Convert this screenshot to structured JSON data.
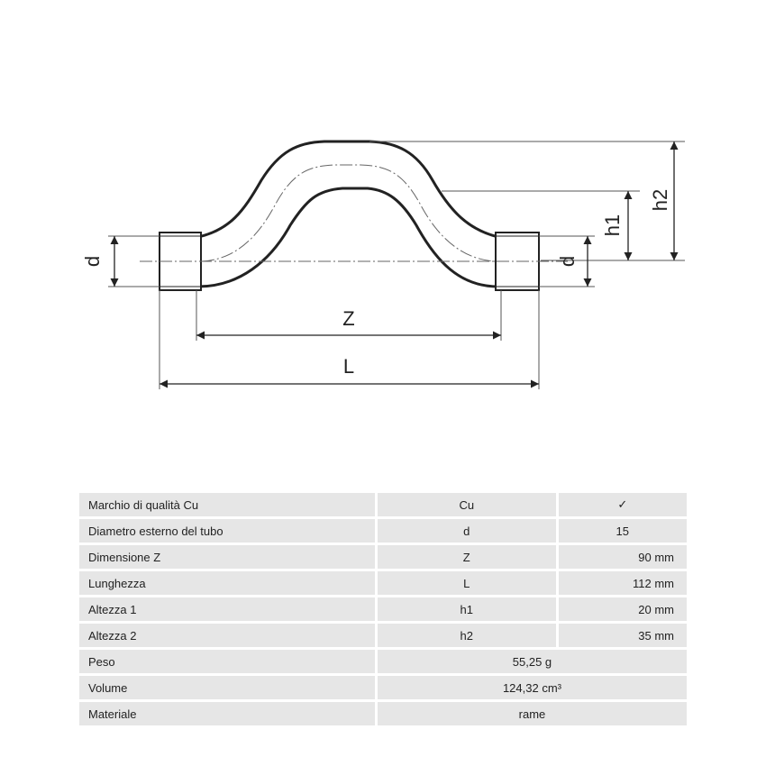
{
  "dimensions": {
    "d_left": "d",
    "d_right": "d",
    "z": "Z",
    "l": "L",
    "h1": "h1",
    "h2": "h2"
  },
  "table": {
    "rows": [
      {
        "label": "Marchio di qualità Cu",
        "symbol": "Cu",
        "value": "✓"
      },
      {
        "label": "Diametro esterno del tubo",
        "symbol": "d",
        "value": "15"
      },
      {
        "label": "Dimensione Z",
        "symbol": "Z",
        "value": "90 mm"
      },
      {
        "label": "Lunghezza",
        "symbol": "L",
        "value": "112 mm"
      },
      {
        "label": "Altezza 1",
        "symbol": "h1",
        "value": "20 mm"
      },
      {
        "label": "Altezza 2",
        "symbol": "h2",
        "value": "35 mm"
      }
    ],
    "wide_rows": [
      {
        "label": "Peso",
        "value": "55,25 g"
      },
      {
        "label": "Volume",
        "value": "124,32 cm³"
      },
      {
        "label": "Materiale",
        "value": "rame"
      }
    ]
  }
}
